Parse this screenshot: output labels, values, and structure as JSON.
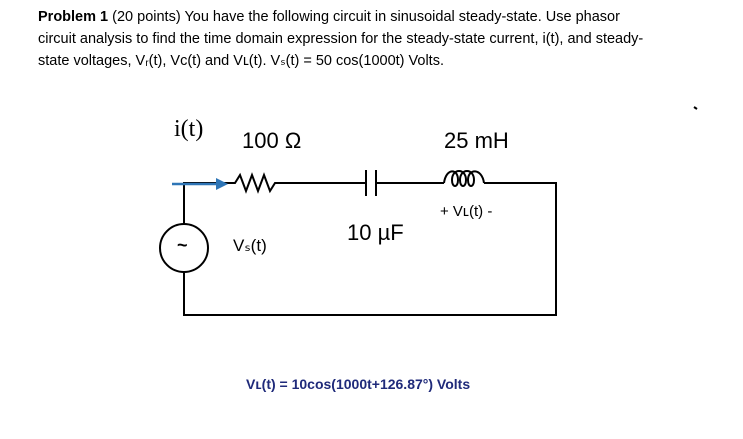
{
  "problem": {
    "heading": "Problem 1",
    "points": "(20 points)",
    "text_line1": "You have the following circuit in sinusoidal steady-state. Use phasor",
    "text_line2": "circuit analysis to find the time domain expression for the steady-state current, i(t), and steady-",
    "text_line3": "state voltages, Vᵣ(t), Vᴄ(t) and Vʟ(t). Vₛ(t) = 50 cos(1000t) Volts."
  },
  "circuit": {
    "current_label": "i(t)",
    "resistor_label": "100 Ω",
    "capacitor_label": "10 µF",
    "inductor_label": "25 mH",
    "inductor_voltage_label": "+  Vʟ(t)  -",
    "source_label": "Vₛ(t)",
    "source_symbol": "~",
    "wire_color": "#000000",
    "arrow_color": "#2e75b6"
  },
  "answer": {
    "text": "Vʟ(t) = 10cos(1000t+126.87°) Volts",
    "color": "#1f2a7a"
  }
}
